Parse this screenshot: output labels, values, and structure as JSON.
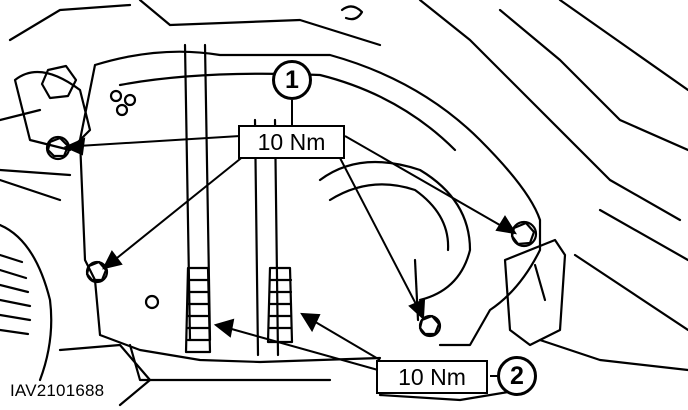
{
  "callouts": [
    {
      "number": "1"
    },
    {
      "number": "2"
    }
  ],
  "torque_labels": [
    {
      "text": "10 Nm"
    },
    {
      "text": "10 Nm"
    }
  ],
  "figure_code": "IAV2101688",
  "colors": {
    "line": "#000000",
    "background": "#ffffff"
  }
}
